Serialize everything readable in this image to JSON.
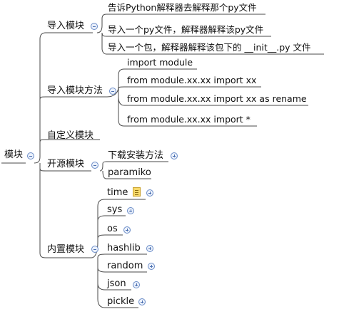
{
  "root": {
    "label": "模块"
  },
  "branches": {
    "import": {
      "label": "导入模块",
      "children": [
        "告诉Python解释器去解释那个py文件",
        "导入一个py文件，解释器解释该py文件",
        "导入一个包，解释器解释该包下的 __init__.py 文件"
      ]
    },
    "methods": {
      "label": "导入模块方法",
      "children": [
        "import module",
        "from module.xx.xx import xx",
        "from module.xx.xx import xx as rename",
        "from module.xx.xx import *"
      ]
    },
    "custom": {
      "label": "自定义模块"
    },
    "opensource": {
      "label": "开源模块",
      "children": [
        "下载安装方法",
        "paramiko"
      ]
    },
    "builtin": {
      "label": "内置模块",
      "children": [
        "time",
        "sys",
        "os",
        "hashlib",
        "random",
        "json",
        "pickle"
      ]
    }
  },
  "icons": {
    "collapse": "collapse-icon",
    "expand": "expand-icon",
    "note": "note-icon"
  },
  "colors": {
    "line": "#4a4a4a",
    "toggle_border": "#6a8cc7"
  }
}
